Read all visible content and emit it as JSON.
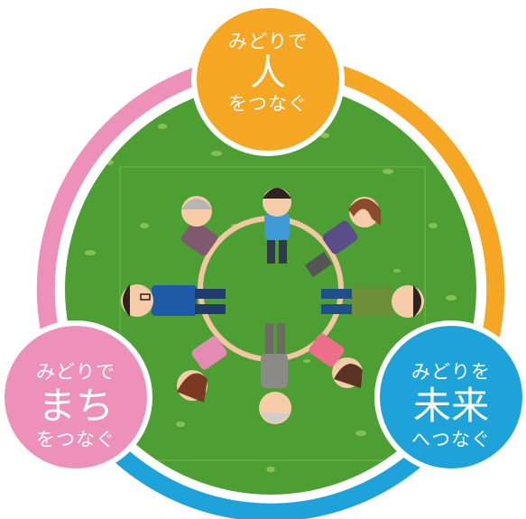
{
  "colors": {
    "orange": "#F5A623",
    "pink": "#EE91B8",
    "blue": "#1DA2DA",
    "grass": "#4E9F33",
    "grass_light": "#9ACD5A"
  },
  "badges": {
    "top": {
      "line1": "みどりで",
      "main": "人",
      "line3": "をつなぐ"
    },
    "left": {
      "line1": "みどりで",
      "main": "まち",
      "line3": "をつなぐ"
    },
    "right": {
      "line1": "みどりを",
      "main": "未来",
      "line3": "へつなぐ"
    }
  }
}
